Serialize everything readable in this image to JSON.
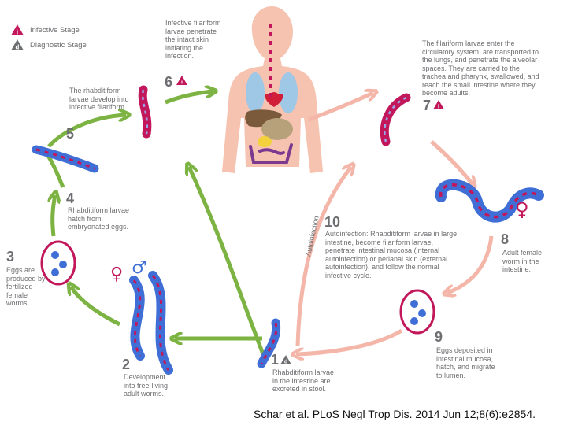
{
  "legend": {
    "infective": "Infective Stage",
    "diagnostic": "Diagnostic Stage"
  },
  "stages": {
    "s1": {
      "number": "1",
      "text": "Rhabditiform larvae in the intestine are excreted in stool."
    },
    "s2": {
      "number": "2",
      "text": "Development into free-living adult worms."
    },
    "s3": {
      "number": "3",
      "text": "Eggs are produced by fertilized female worms."
    },
    "s4": {
      "number": "4",
      "text": "Rhabditiform larvae hatch from embryonated eggs."
    },
    "s5": {
      "number": "5",
      "text": "The rhabditiform larvae develop into infective filariform."
    },
    "s6": {
      "number": "6",
      "text": "Infective filariform larvae penetrate the intact skin initiating the infection."
    },
    "s7": {
      "number": "7",
      "text": "The filariform larvae enter the circulatory system, are transported to the lungs, and penetrate the alveolar spaces. They are carried to the trachea and pharynx, swallowed, and reach the small intestine where they become adults."
    },
    "s8": {
      "number": "8",
      "text": "Adult female worm in the intestine."
    },
    "s9": {
      "number": "9",
      "text": "Eggs deposited in intestinal mucosa, hatch, and migrate to lumen."
    },
    "s10": {
      "number": "10",
      "title": "Autoinfection:",
      "text": "Rhabditiform larvae in large intestine, become filariform larvae, penetrate intestinal mucosa (internal autoinfection) or perianal skin (external autoinfection), and follow the normal infective cycle."
    }
  },
  "symbols": {
    "female": "♀",
    "male": "♂",
    "infective_mark": "i",
    "diagnostic_mark": "d"
  },
  "arrow_label": "Autoinfection",
  "caption": "Schar et al. PLoS Negl Trop Dis. 2014 Jun 12;8(6):e2854.",
  "colors": {
    "green_arrow": "#7cb342",
    "pink_arrow": "#f4b6a8",
    "worm_body": "#c2185b",
    "worm_blue": "#3f6fd6",
    "worm_dash": "#9aa8e8",
    "egg_outline": "#c2185b",
    "body_skin": "#f6c3b0",
    "text_gray": "#6d6e71",
    "infective_icon": "#c2185b",
    "diagnostic_icon": "#6d6e71"
  }
}
